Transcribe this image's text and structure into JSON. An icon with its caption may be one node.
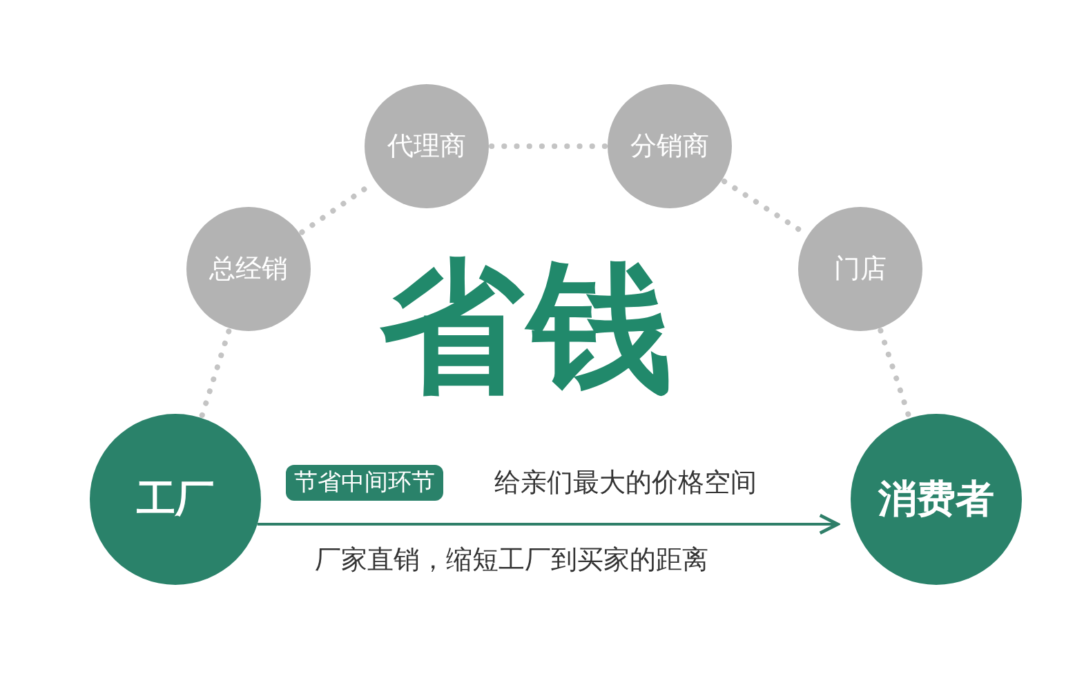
{
  "diagram": {
    "title": "省钱",
    "nodes": [
      {
        "text": [
          "工厂"
        ]
      },
      {
        "text": [
          "总经销"
        ]
      },
      {
        "text": [
          "代理商"
        ]
      },
      {
        "text": [
          "分销商"
        ]
      },
      {
        "text": [
          "门店"
        ]
      },
      {
        "text": [
          "消费者"
        ]
      }
    ],
    "edges": [
      {
        "from": 0,
        "to": 1,
        "arrow": "none",
        "style": "dashed"
      },
      {
        "from": 1,
        "to": 2,
        "arrow": "none",
        "style": "dashed"
      },
      {
        "from": 2,
        "to": 3,
        "arrow": "none",
        "style": "dashed"
      },
      {
        "from": 3,
        "to": 4,
        "arrow": "none",
        "style": "dashed"
      },
      {
        "from": 4,
        "to": 5,
        "arrow": "none",
        "style": "dashed"
      },
      {
        "from": 0,
        "to": 5,
        "arrow": "to",
        "color": "#2f7f69"
      }
    ],
    "labels": [
      "节省中间环节",
      "给亲们最大的价格空间",
      "厂家直销，缩短工厂到买家的距离"
    ]
  }
}
